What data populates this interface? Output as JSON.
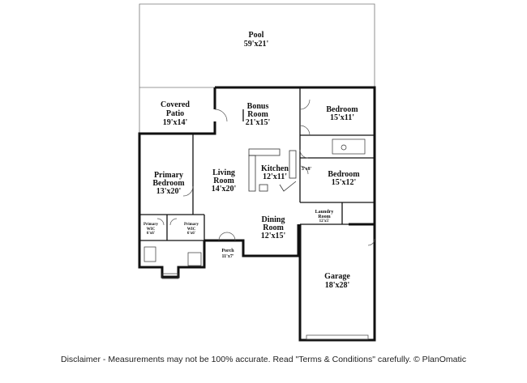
{
  "rooms": {
    "pool": {
      "name": "Pool",
      "size": "59'x21'"
    },
    "covered_patio": {
      "line1": "Covered",
      "line2": "Patio",
      "size": "19'x14'"
    },
    "bonus_room": {
      "line1": "Bonus",
      "line2": "Room",
      "size": "21'x15'"
    },
    "bedroom_top": {
      "name": "Bedroom",
      "size": "15'x11'"
    },
    "primary_bedroom": {
      "line1": "Primary",
      "line2": "Bedroom",
      "size": "13'x20'"
    },
    "living_room": {
      "line1": "Living",
      "line2": "Room",
      "size": "14'x20'"
    },
    "kitchen": {
      "name": "Kitchen",
      "size": "12'x11'"
    },
    "closet_small": {
      "size": "3'x8'"
    },
    "bedroom_mid": {
      "name": "Bedroom",
      "size": "15'x12'"
    },
    "laundry": {
      "line1": "Laundry",
      "line2": "Room",
      "size": "12'x5'"
    },
    "dining_room": {
      "line1": "Dining",
      "line2": "Room",
      "size": "12'x15'"
    },
    "wic_left": {
      "line1": "Primary",
      "line2": "WIC",
      "size": "6'x6'"
    },
    "wic_right": {
      "line1": "Primary",
      "line2": "WIC",
      "size": "6'x6'"
    },
    "porch": {
      "name": "Porch",
      "size": "11'x7'"
    },
    "garage": {
      "name": "Garage",
      "size": "18'x28'"
    }
  },
  "disclaimer": "Disclaimer - Measurements may not be 100% accurate. Read \"Terms & Conditions\" carefully. © PlanOmatic"
}
